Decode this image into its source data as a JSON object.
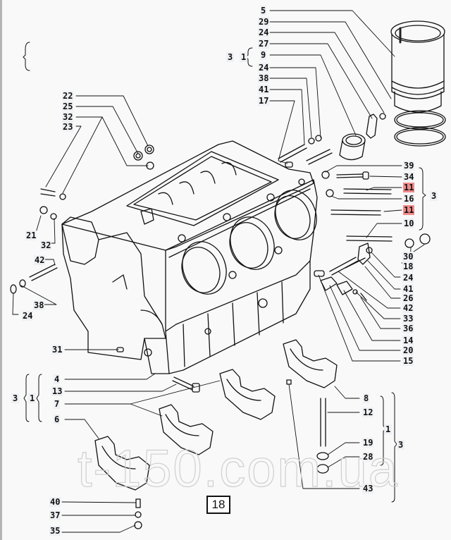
{
  "figure": {
    "page_number": "18",
    "watermark": "t-150.com.ua",
    "highlight_color": "#f08a8a",
    "label_background": "#eef0f3"
  },
  "callouts": {
    "top_right": [
      "5",
      "29",
      "24",
      "27",
      "9",
      "24",
      "38",
      "41",
      "17"
    ],
    "top_left": [
      "22",
      "25",
      "32",
      "23"
    ],
    "left_middle": [
      "21",
      "32",
      "42",
      "38",
      "24"
    ],
    "right_upper": [
      "39",
      "34",
      "11",
      "16",
      "11",
      "10"
    ],
    "right_lower": [
      "30",
      "18",
      "24",
      "41",
      "26",
      "42",
      "33",
      "36",
      "14",
      "20",
      "15"
    ],
    "left_lower": [
      "31",
      "4",
      "13",
      "7",
      "6"
    ],
    "bottom_right": [
      "8",
      "12",
      "19",
      "28",
      "43"
    ],
    "bottom_left": [
      "40",
      "37",
      "35"
    ]
  },
  "groups": {
    "top_outer": "3",
    "top_inner": "1",
    "right_upper": "3",
    "left_lower_outer": "3",
    "left_lower_inner": "1",
    "bottom_right_inner": "1",
    "bottom_right_outer": "3"
  },
  "highlighted_parts": [
    "11"
  ]
}
